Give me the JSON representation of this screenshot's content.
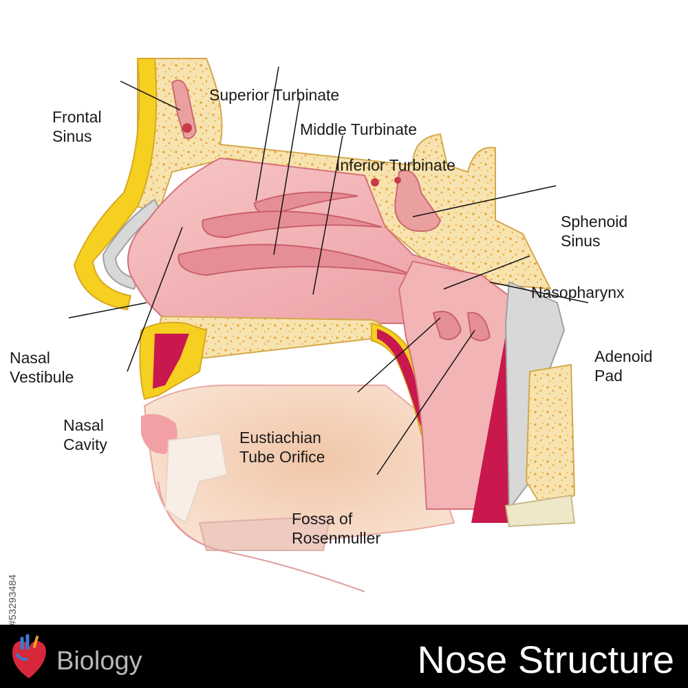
{
  "labels": {
    "frontal_sinus": [
      "Frontal",
      "Sinus"
    ],
    "superior_turbinate": "Superior Turbinate",
    "middle_turbinate": "Middle Turbinate",
    "inferior_turbinate": "Inferior Turbinate",
    "sphenoid_sinus": [
      "Sphenoid",
      "Sinus"
    ],
    "nasopharynx": "Nasopharynx",
    "adenoid_pad": [
      "Adenoid",
      "Pad"
    ],
    "nasal_vestibule": [
      "Nasal",
      "Vestibule"
    ],
    "nasal_cavity": [
      "Nasal",
      "Cavity"
    ],
    "eustachian_tube_orifice": [
      "Eustiachian",
      "Tube Orifice"
    ],
    "fossa_of_rosenmuller": [
      "Fossa of",
      "Rosenmuller"
    ]
  },
  "footer": {
    "category": "Biology",
    "title": "Nose Structure"
  },
  "stock_id": "#53293484",
  "colors": {
    "bone": "#f7e3b0",
    "bone_dots": "#e8a835",
    "mucosa": "#f2b4b4",
    "mucosa_dark": "#e68e96",
    "muscle": "#c8184e",
    "skin": "#f6d8c4",
    "yellow_layer": "#f5d020",
    "footer_bg": "#000000"
  }
}
